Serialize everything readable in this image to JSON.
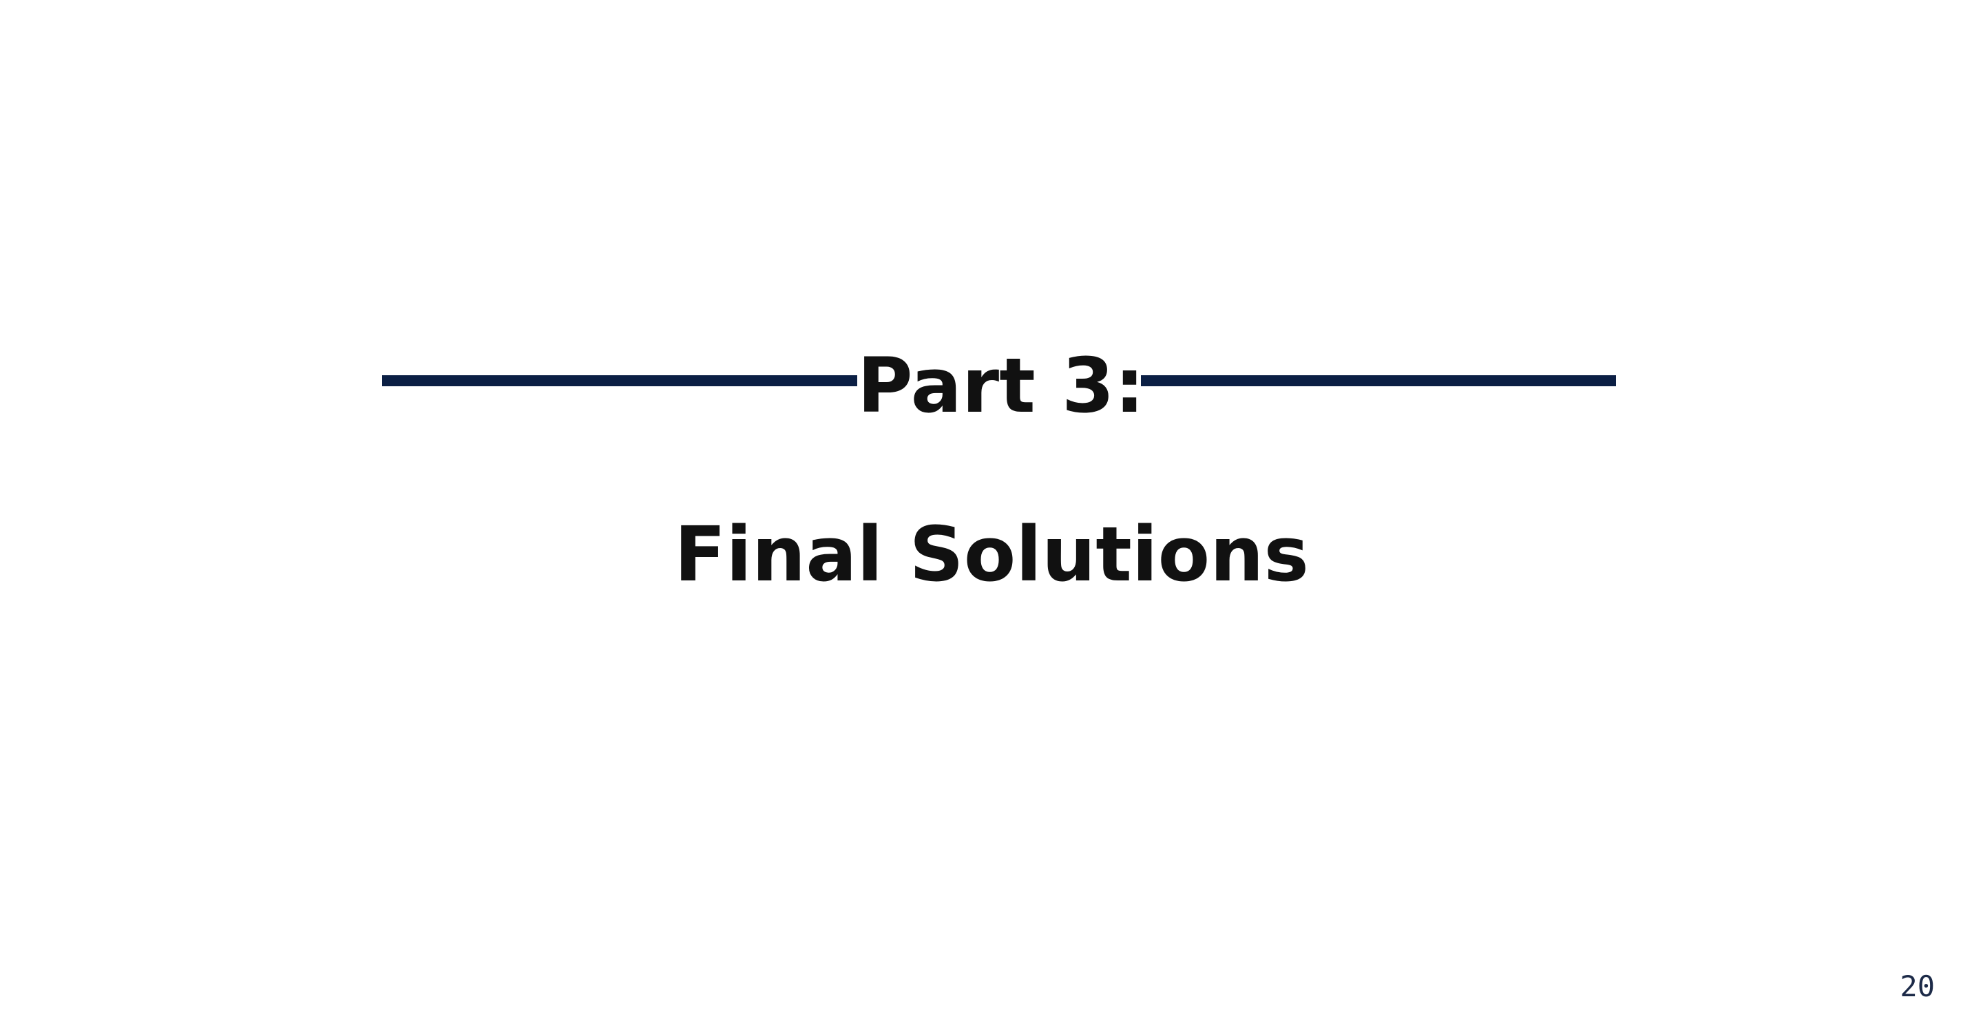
{
  "slide": {
    "part_label": "Part 3:",
    "title": "Final Solutions",
    "page_number": "20"
  },
  "colors": {
    "background": "#ffffff",
    "rule": "#0b1f44",
    "text": "#111111",
    "page_number": "#1c2a48"
  }
}
